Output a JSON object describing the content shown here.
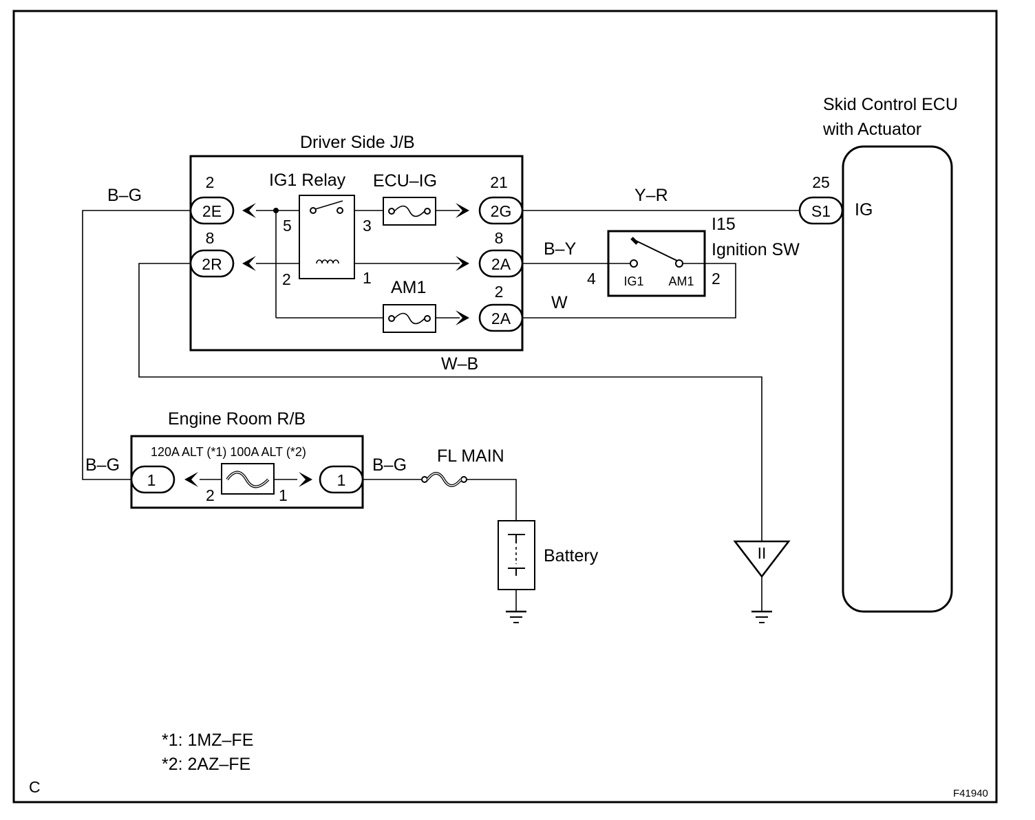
{
  "corner_label": "C",
  "figure_code": "F41940",
  "footnotes": {
    "note1": "*1: 1MZ–FE",
    "note2": "*2: 2AZ–FE"
  },
  "components": {
    "driver_jb": "Driver Side J/B",
    "ig1_relay": "IG1 Relay",
    "ecu_ig_fuse": "ECU–IG",
    "am1_fuse": "AM1",
    "skid_ecu_line1": "Skid Control ECU",
    "skid_ecu_line2": "with Actuator",
    "ignition_sw_code": "I15",
    "ignition_sw_name": "Ignition SW",
    "engine_rb": "Engine Room R/B",
    "alt_fuse": "120A ALT (*1) 100A ALT (*2)",
    "fl_main": "FL MAIN",
    "battery": "Battery",
    "ground_symbol": "II"
  },
  "connectors": {
    "c2e": "2E",
    "c2r": "2R",
    "c2g": "2G",
    "c2a_top": "2A",
    "c2a_bot": "2A",
    "s1": "S1",
    "rb_left": "1",
    "rb_right": "1"
  },
  "pins": {
    "c2e": "2",
    "c2r": "8",
    "c2g": "21",
    "c2a_top": "8",
    "c2a_bot": "2",
    "s1": "25",
    "relay_5": "5",
    "relay_3": "3",
    "relay_2": "2",
    "relay_1": "1",
    "sw_4": "4",
    "sw_2": "2",
    "sw_ig1": "IG1",
    "sw_am1": "AM1",
    "alt_2": "2",
    "alt_1": "1",
    "ecu_ig": "IG"
  },
  "wires": {
    "bg_top": "B–G",
    "yr": "Y–R",
    "by": "B–Y",
    "w": "W",
    "wb": "W–B",
    "bg_left": "B–G",
    "bg_right": "B–G"
  }
}
